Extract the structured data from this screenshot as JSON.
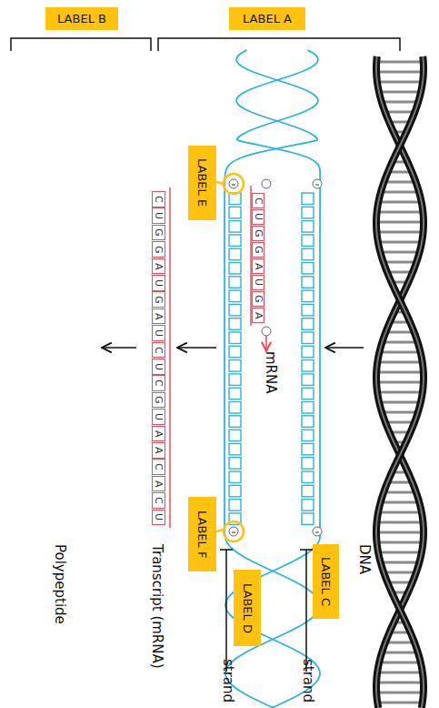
{
  "diagram": {
    "nodes": [
      {
        "text": [
          "LABEL B"
        ]
      },
      {
        "text": [
          "LABEL A"
        ]
      },
      {
        "text": [
          "LABEL E"
        ]
      },
      {
        "text": [
          "LABEL F"
        ]
      },
      {
        "text": [
          "LABEL C"
        ]
      },
      {
        "text": [
          "LABEL D"
        ]
      }
    ],
    "labels": [
      "DNA",
      "mRNA",
      "Transcript (mRNA)",
      "Polypeptide",
      "strand",
      "strand",
      "C",
      "U",
      "G",
      "G",
      "A",
      "U",
      "G",
      "A",
      "C",
      "U",
      "G",
      "G",
      "A",
      "U",
      "G",
      "A",
      "U",
      "C",
      "U",
      "C",
      "G",
      "U",
      "A",
      "A",
      "C",
      "A",
      "C",
      "U"
    ]
  }
}
